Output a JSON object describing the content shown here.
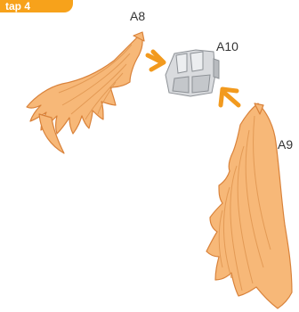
{
  "step": {
    "label": "tap 4"
  },
  "parts": {
    "a8": "A8",
    "a10": "A10",
    "a9": "A9"
  },
  "colors": {
    "badge": "#f7a21b",
    "wing_fill": "#f7b878",
    "wing_stroke": "#d9823a",
    "arrow": "#f29a1e",
    "connector_fill": "#d9dbde",
    "connector_stroke": "#8d9196"
  }
}
